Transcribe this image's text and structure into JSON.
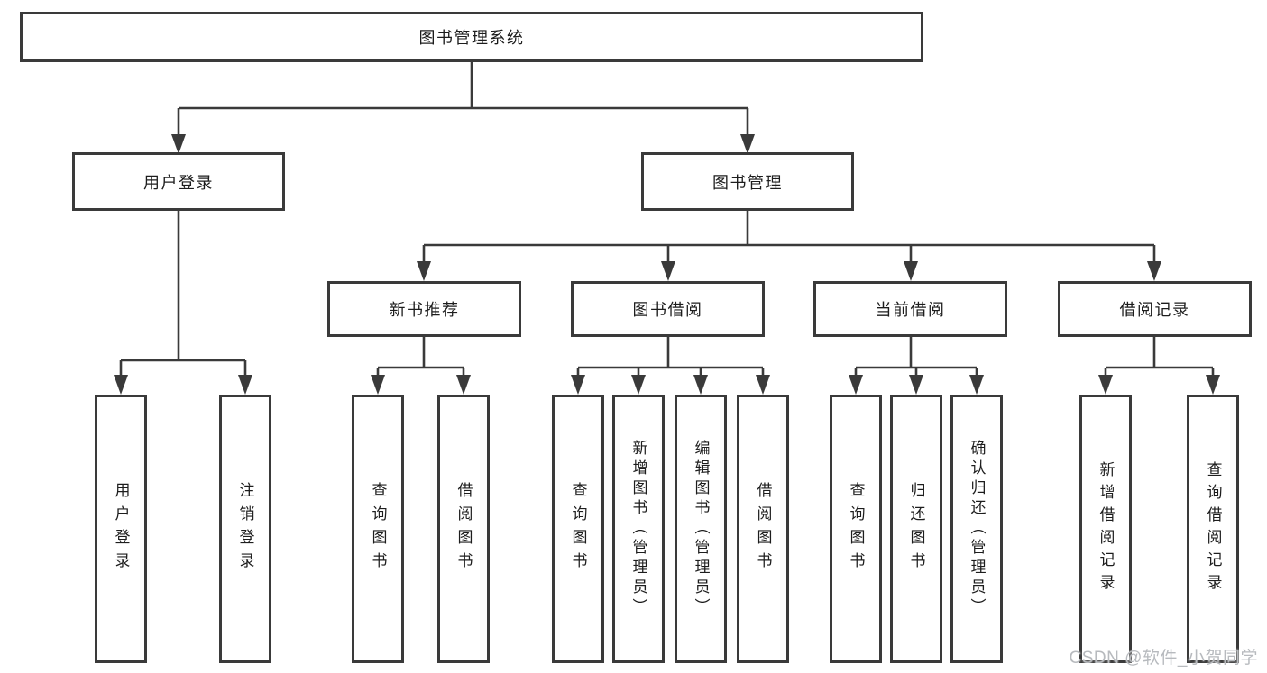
{
  "diagram": {
    "root": "图书管理系统",
    "level2": {
      "user_login": "用户登录",
      "book_management": "图书管理"
    },
    "level3": {
      "new_book_recommend": "新书推荐",
      "book_borrow": "图书借阅",
      "current_borrow": "当前借阅",
      "borrow_records": "借阅记录"
    },
    "leaves": {
      "user_login": "用户登录",
      "logout": "注销登录",
      "nb_query_books": "查询图书",
      "nb_borrow_books": "借阅图书",
      "bb_query_books": "查询图书",
      "bb_add_books": "新增图书（管理员）",
      "bb_edit_books": "编辑图书（管理员）",
      "bb_borrow_books": "借阅图书",
      "cb_query_books": "查询图书",
      "cb_return_books": "归还图书",
      "cb_confirm_return": "确认归还（管理员）",
      "br_add_record": "新增借阅记录",
      "br_query_record": "查询借阅记录"
    },
    "watermark": "CSDN @软件_小贺同学"
  }
}
